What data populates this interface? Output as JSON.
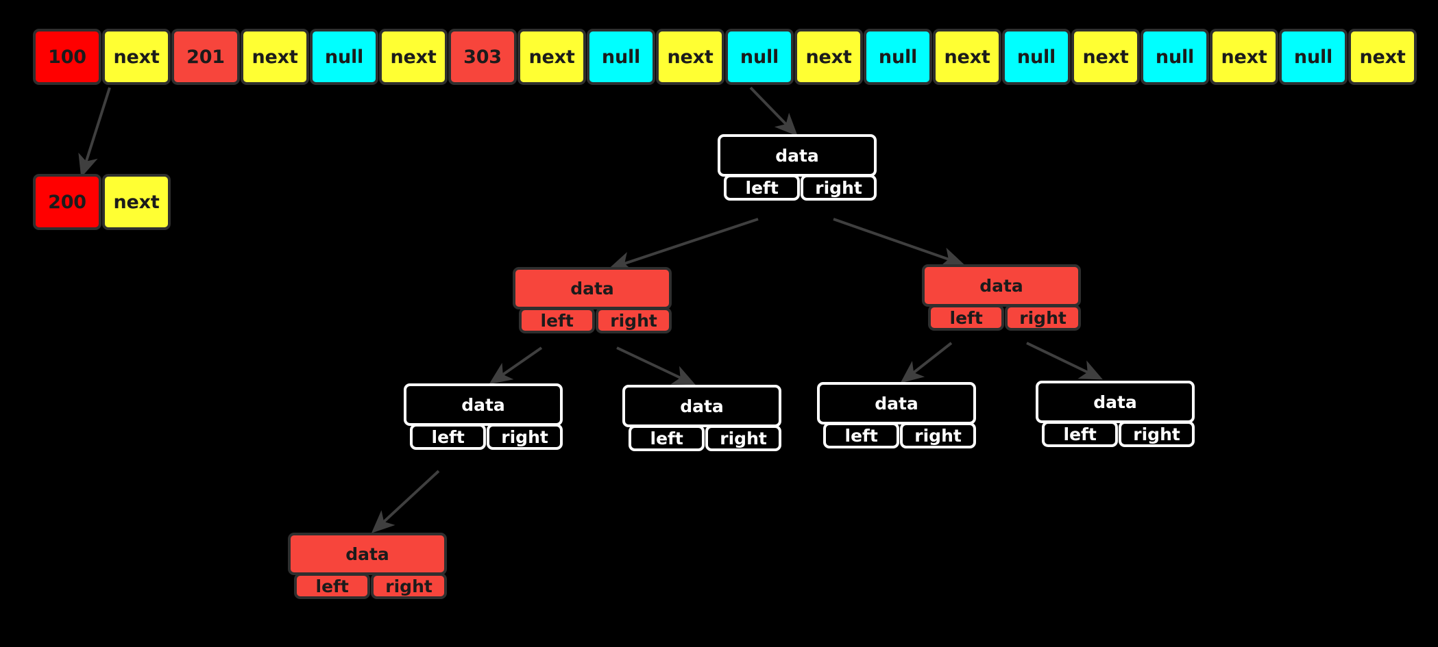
{
  "diagram": {
    "background_color": "#000000",
    "palette": {
      "value_red": "#ff0000",
      "node_red": "#f7453c",
      "next_yellow": "#ffff33",
      "null_cyan": "#00ffff",
      "outline_dark": "#2f2f2f",
      "outline_white": "#ffffff",
      "arrow_gray": "#3f3f3f"
    }
  },
  "linked_list": {
    "name": "top-linked-list-row",
    "cells": [
      {
        "label": "100",
        "kind": "value"
      },
      {
        "label": "next",
        "kind": "next"
      },
      {
        "label": "201",
        "kind": "value2"
      },
      {
        "label": "next",
        "kind": "next"
      },
      {
        "label": "null",
        "kind": "null"
      },
      {
        "label": "next",
        "kind": "next"
      },
      {
        "label": "303",
        "kind": "value2"
      },
      {
        "label": "next",
        "kind": "next"
      },
      {
        "label": "null",
        "kind": "null"
      },
      {
        "label": "next",
        "kind": "next"
      },
      {
        "label": "null",
        "kind": "null"
      },
      {
        "label": "next",
        "kind": "next"
      },
      {
        "label": "null",
        "kind": "null"
      },
      {
        "label": "next",
        "kind": "next"
      },
      {
        "label": "null",
        "kind": "null"
      },
      {
        "label": "next",
        "kind": "next"
      },
      {
        "label": "null",
        "kind": "null"
      },
      {
        "label": "next",
        "kind": "next"
      },
      {
        "label": "null",
        "kind": "null"
      },
      {
        "label": "next",
        "kind": "next"
      }
    ]
  },
  "second_list_node": {
    "name": "second-linked-list-node",
    "cells": [
      {
        "label": "200",
        "kind": "value"
      },
      {
        "label": "next",
        "kind": "next"
      }
    ]
  },
  "tree": {
    "labels": {
      "data": "data",
      "left": "left",
      "right": "right"
    },
    "nodes": [
      {
        "id": "root",
        "fill": "black",
        "data": "data",
        "left": "left",
        "right": "right"
      },
      {
        "id": "l1",
        "fill": "red",
        "data": "data",
        "left": "left",
        "right": "right"
      },
      {
        "id": "r1",
        "fill": "red",
        "data": "data",
        "left": "left",
        "right": "right"
      },
      {
        "id": "l2a",
        "fill": "black",
        "data": "data",
        "left": "left",
        "right": "right"
      },
      {
        "id": "l2b",
        "fill": "black",
        "data": "data",
        "left": "left",
        "right": "right"
      },
      {
        "id": "r2a",
        "fill": "black",
        "data": "data",
        "left": "left",
        "right": "right"
      },
      {
        "id": "r2b",
        "fill": "black",
        "data": "data",
        "left": "left",
        "right": "right"
      },
      {
        "id": "l3a",
        "fill": "red",
        "data": "data",
        "left": "left",
        "right": "right"
      }
    ]
  }
}
